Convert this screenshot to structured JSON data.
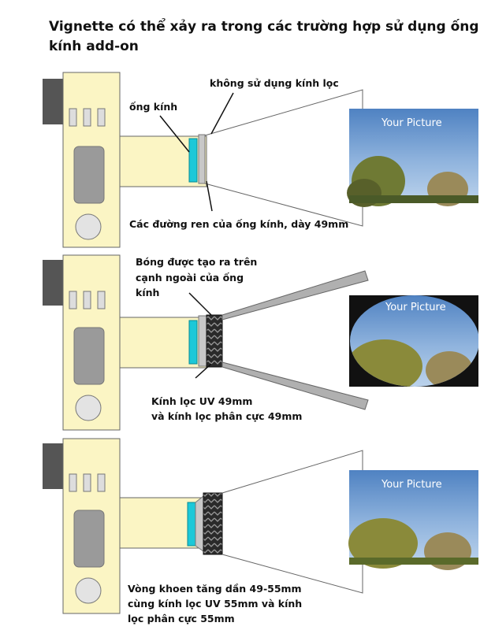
{
  "title": "Vignette có thể xảy ra trong các trường hợp sử dụng ống kính add-on",
  "panels": [
    {
      "labels": {
        "no_filter": "không sử dụng kính lọc",
        "lens": "ống kính",
        "threads": "Các đường ren của ống kính, dày 49mm"
      },
      "picture_text": "Your Picture"
    },
    {
      "labels": {
        "shadow_line1": "Bóng được tạo ra trên",
        "shadow_line2": "cạnh ngoài của ống",
        "shadow_line3": "kính",
        "filters_line1": "Kính lọc UV 49mm",
        "filters_line2": "và kính lọc phân cực 49mm"
      },
      "picture_text": "Your Picture"
    },
    {
      "labels": {
        "ring_line1": "Vòng khoen tăng dần 49-55mm",
        "ring_line2": "cùng kính lọc UV 55mm và kính",
        "ring_line3": "lọc phân cực 55mm"
      },
      "picture_text": "Your Picture"
    }
  ],
  "colors": {
    "camera_body": "#fbf5c4",
    "lens_glass": "#1cc8d8",
    "sky": "#5d8ec8",
    "foliage": "#8a8a3a",
    "grip": "#555555"
  }
}
